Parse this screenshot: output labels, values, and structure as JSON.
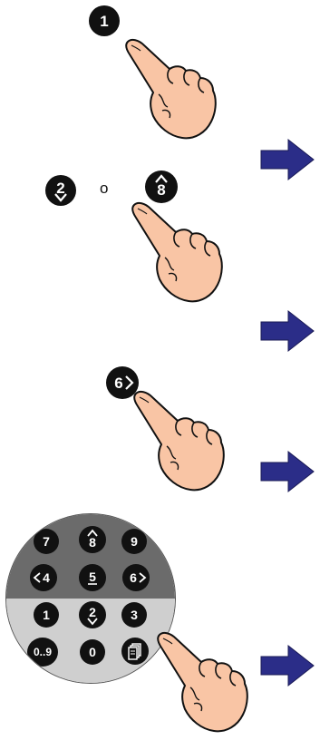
{
  "step1": {
    "key": "1"
  },
  "step2": {
    "key_a": "2",
    "separator": "o",
    "key_b": "8"
  },
  "step3": {
    "key": "6"
  },
  "keypad": {
    "rows": [
      [
        "7",
        "8",
        "9"
      ],
      [
        "4",
        "5",
        "6"
      ],
      [
        "1",
        "2",
        "3"
      ],
      [
        "0..9",
        "0",
        ""
      ]
    ]
  },
  "icons": [
    "pointing-hand-icon",
    "next-arrow-icon",
    "arrow-up-icon",
    "arrow-down-icon",
    "arrow-left-icon",
    "arrow-right-icon",
    "memory-card-icon"
  ],
  "colors": {
    "key_fill": "#111111",
    "key_text": "#ffffff",
    "arrow_fill": "#2b2d88",
    "hand_fill": "#f9c5a5",
    "keypad_top": "#6b6b6b",
    "keypad_bottom": "#cfcfcf"
  }
}
